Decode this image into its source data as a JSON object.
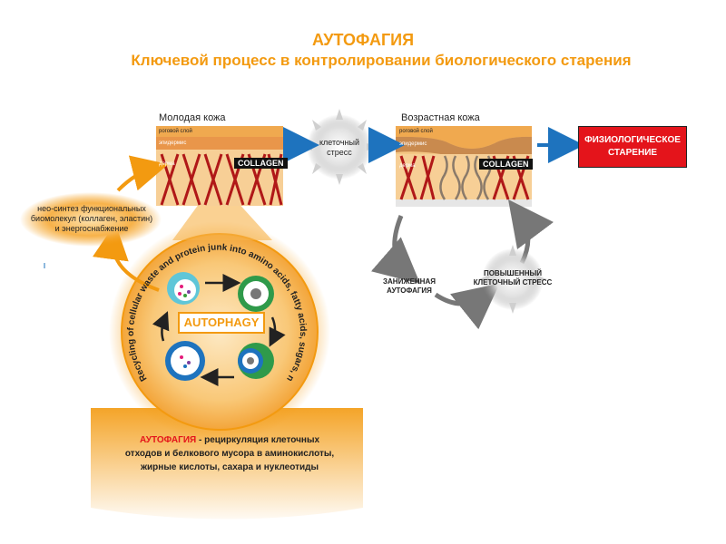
{
  "title": {
    "line1": "АУТОФАГИЯ",
    "line2": "Ключевой процесс в контролировании биологического старения"
  },
  "young_skin": {
    "label": "Молодая кожа",
    "layer_top": "роговой слой",
    "layer_mid": "эпидермис",
    "layer_dermis": "дерма",
    "collagen": "COLLAGEN"
  },
  "stress_cloud": {
    "line1": "клеточный",
    "line2": "стресс"
  },
  "aged_skin": {
    "label": "Возрастная кожа",
    "layer_top": "роговой слой",
    "layer_mid": "эпидермис",
    "layer_dermis": "дерма",
    "collagen": "COLLAGEN"
  },
  "result_box": {
    "line1": "ФИЗИОЛОГИЧЕСКОЕ",
    "line2": "СТАРЕНИЕ"
  },
  "cycle": {
    "low_autophagy_line1": "ЗАНИЖЕННАЯ",
    "low_autophagy_line2": "АУТОФАГИЯ",
    "high_stress_line1": "ПОВЫШЕННЫЙ",
    "high_stress_line2": "КЛЕТОЧНЫЙ СТРЕСС"
  },
  "neo_synthesis": {
    "line1": "нео-синтез функциональных",
    "line2": "биомолекул (коллаген, эластин)",
    "line3": "и энергоснабжение"
  },
  "autophagy_circle": {
    "arc_text": "Recycling of cellular waste and protein junk into amino acids, fatty acids, sugars, nucleotides",
    "center_label": "AUTOPHAGY"
  },
  "bottom": {
    "highlight": "АУТОФАГИЯ",
    "line1_rest": " - рециркуляция  клеточных",
    "line2": "отходов и белкового мусора в аминокислоты,",
    "line3": "жирные кислоты, сахара и нуклеотиды"
  },
  "colors": {
    "orange": "#f39a10",
    "red": "#e4141b",
    "blue": "#1e73be",
    "collagen_red": "#b01818"
  }
}
